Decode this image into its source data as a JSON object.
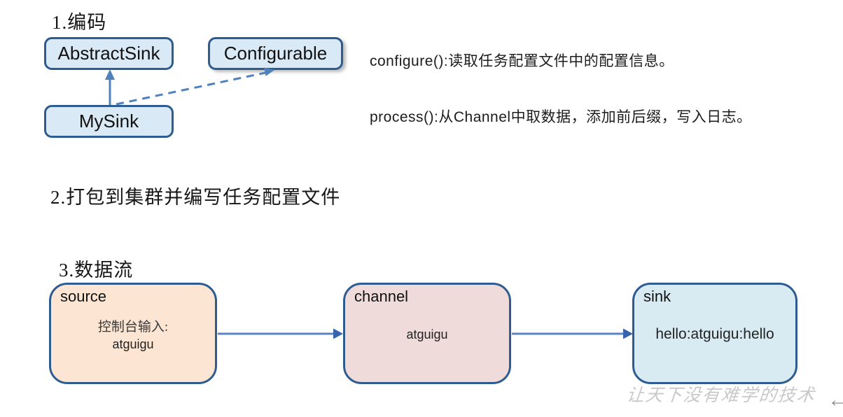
{
  "colors": {
    "box_border": "#2E5C90",
    "class_box_fill": "#D9E9F6",
    "arrow_line_blue": "#5B84C6",
    "arrow_head_blue": "#3465AE",
    "source_fill": "#FCE6D3",
    "channel_fill": "#F0DBDB",
    "sink_fill": "#D8EBF2",
    "watermark_gray": "#C9C9C9"
  },
  "sections": [
    {
      "heading": "1.编码"
    },
    {
      "heading": "2.打包到集群并编写任务配置文件"
    },
    {
      "heading": "3.数据流"
    }
  ],
  "class_diagram": {
    "parent_class": "AbstractSink",
    "interface": "Configurable",
    "child_class": "MySink"
  },
  "method_notes": {
    "configure": "configure():读取任务配置文件中的配置信息。",
    "process": "process():从Channel中取数据，添加前后缀，写入日志。"
  },
  "flow": {
    "source": {
      "label": "source",
      "content_line1": "控制台输入:",
      "content_line2": "atguigu"
    },
    "channel": {
      "label": "channel",
      "content": "atguigu"
    },
    "sink": {
      "label": "sink",
      "content": "hello:atguigu:hello"
    }
  },
  "watermark": "让天下没有难学的技术",
  "corner_glyph": "←"
}
